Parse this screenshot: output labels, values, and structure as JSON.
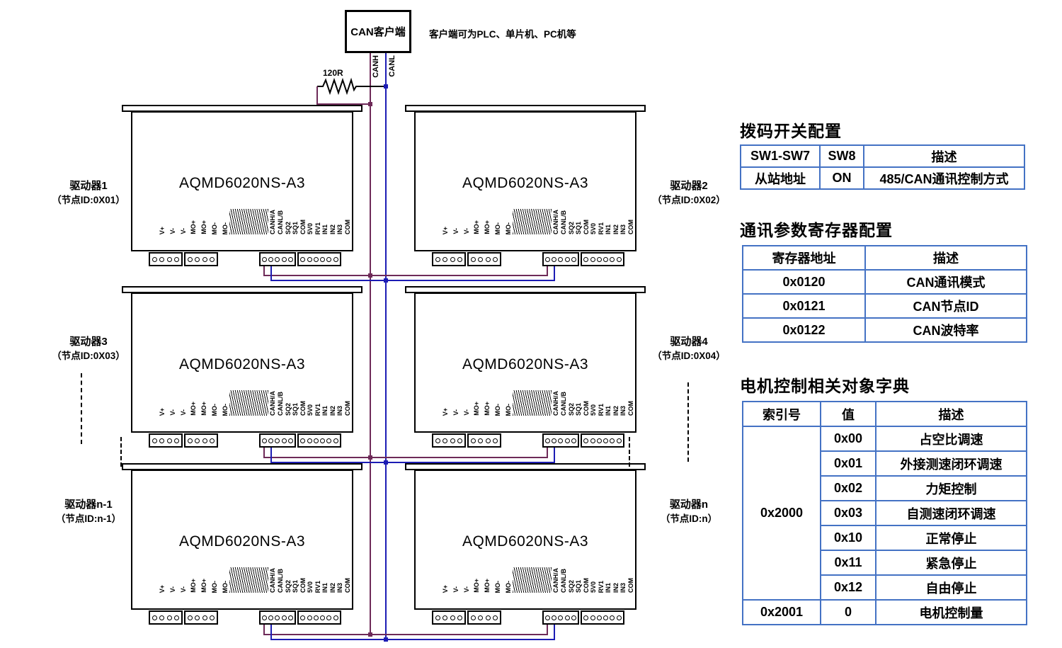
{
  "diagram": {
    "client_label": "CAN客户端",
    "client_note": "客户端可为PLC、单片机、PC机等",
    "resistor_label": "120R",
    "bus_labels": {
      "canh": "CANH",
      "canl": "CANL"
    },
    "driver_model": "AQMD6020NS-A3",
    "drivers": [
      {
        "name": "驱动器1",
        "node": "（节点ID:0X01）"
      },
      {
        "name": "驱动器2",
        "node": "（节点ID:0X02）"
      },
      {
        "name": "驱动器3",
        "node": "（节点ID:0X03）"
      },
      {
        "name": "驱动器4",
        "node": "（节点ID:0X04）"
      },
      {
        "name": "驱动器n-1",
        "node": "（节点ID:n-1）"
      },
      {
        "name": "驱动器n",
        "node": "（节点ID:n）"
      }
    ],
    "pins": {
      "power": [
        "V+",
        "V-",
        "V-",
        "MO+",
        "MO+",
        "MO-",
        "MO-"
      ],
      "can": [
        "CANH/A",
        "CANL/B",
        "SQ2",
        "SQ1",
        "COM"
      ],
      "io": [
        "5V0",
        "RV1",
        "IN1",
        "IN2",
        "IN3",
        "COM"
      ]
    },
    "wire_colors": {
      "canh": "#6e2a58",
      "canl": "#1c1cb4"
    }
  },
  "tables": {
    "border_color": "#4472c4",
    "dip": {
      "title": "拨码开关配置",
      "headers": [
        "SW1-SW7",
        "SW8",
        "描述"
      ],
      "rows": [
        [
          "从站地址",
          "ON",
          "485/CAN通讯控制方式"
        ]
      ]
    },
    "registers": {
      "title": "通讯参数寄存器配置",
      "headers": [
        "寄存器地址",
        "描述"
      ],
      "rows": [
        [
          "0x0120",
          "CAN通讯模式"
        ],
        [
          "0x0121",
          "CAN节点ID"
        ],
        [
          "0x0122",
          "CAN波特率"
        ]
      ]
    },
    "objects": {
      "title": "电机控制相关对象字典",
      "headers": [
        "索引号",
        "值",
        "描述"
      ],
      "index_2000": "0x2000",
      "rows_2000": [
        [
          "0x00",
          "占空比调速"
        ],
        [
          "0x01",
          "外接测速闭环调速"
        ],
        [
          "0x02",
          "力矩控制"
        ],
        [
          "0x03",
          "自测速闭环调速"
        ],
        [
          "0x10",
          "正常停止"
        ],
        [
          "0x11",
          "紧急停止"
        ],
        [
          "0x12",
          "自由停止"
        ]
      ],
      "row_2001": [
        "0x2001",
        "0",
        "电机控制量"
      ]
    }
  }
}
